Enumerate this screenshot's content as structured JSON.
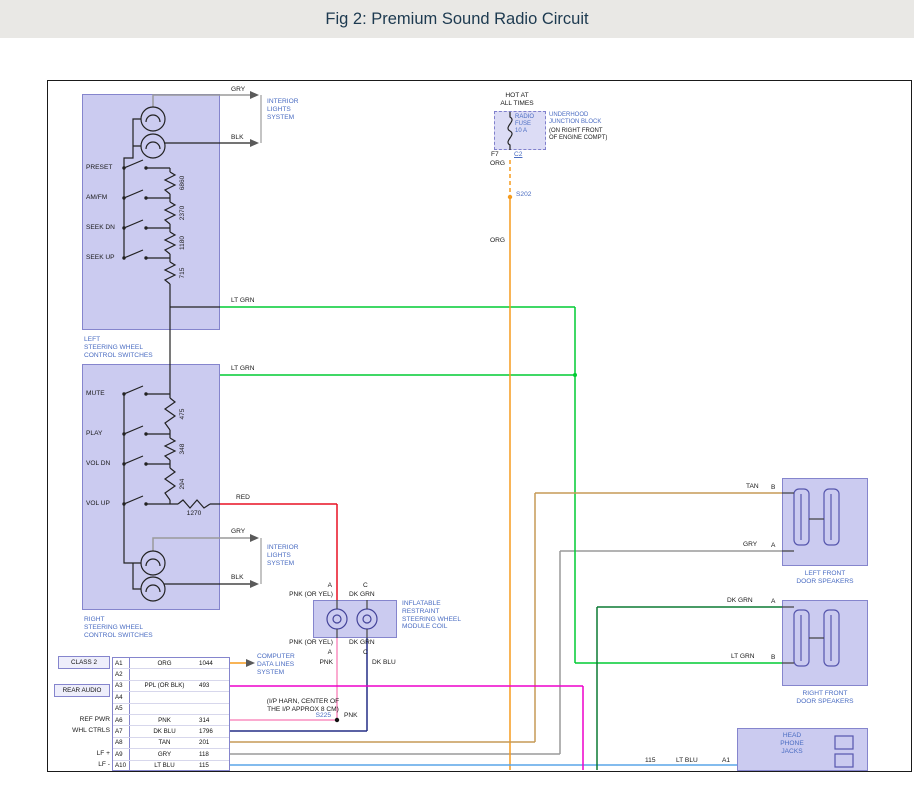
{
  "title": "Fig 2: Premium Sound Radio Circuit",
  "wires": {
    "gry": "GRY",
    "blk": "BLK",
    "lt_grn": "LT GRN",
    "red": "RED",
    "org": "ORG",
    "tan": "TAN",
    "dk_grn": "DK GRN",
    "pnk": "PNK",
    "dk_blu": "DK BLU",
    "lt_blu": "LT BLU",
    "ppl_or_blk": "PPL (OR BLK)",
    "pnk_or_yel": "PNK (OR YEL)"
  },
  "power": {
    "hot": "HOT AT\nALL TIMES",
    "fuse": "RADIO\nFUSE\n10 A",
    "block": "UNDERHOOD\nJUNCTION BLOCK",
    "block_note": "(ON RIGHT FRONT\nOF ENGINE COMPT)",
    "pin": "F7",
    "conn": "C2",
    "splice": "S202"
  },
  "left_switches": {
    "items": [
      "PRESET",
      "AM/FM",
      "SEEK DN",
      "SEEK UP"
    ],
    "resistors": [
      "6860",
      "2370",
      "1180",
      "715"
    ],
    "label": "LEFT\nSTEERING WHEEL\nCONTROL SWITCHES"
  },
  "right_switches": {
    "items": [
      "MUTE",
      "PLAY",
      "VOL DN",
      "VOL UP"
    ],
    "resistors": [
      "475",
      "348",
      "294"
    ],
    "resistor_out": "1270",
    "label": "RIGHT\nSTEERING WHEEL\nCONTROL SWITCHES"
  },
  "interior_lights": {
    "label": "INTERIOR\nLIGHTS\nSYSTEM"
  },
  "coil": {
    "label": "INFLATABLE\nRESTRAINT\nSTEERING WHEEL\nMODULE COIL",
    "pin_a": "A",
    "pin_c": "C"
  },
  "splice_note": {
    "line": "(I/P HARN, CENTER OF\nTHE I/P APPROX 8 CM)",
    "splice": "S225"
  },
  "computer": {
    "label": "COMPUTER\nDATA LINES\nSYSTEM"
  },
  "connector": {
    "rows": [
      {
        "pin": "A1",
        "color": "ORG",
        "circuit": "1044"
      },
      {
        "pin": "A2",
        "color": "",
        "circuit": ""
      },
      {
        "pin": "A3",
        "color": "PPL (OR BLK)",
        "circuit": "493"
      },
      {
        "pin": "A4",
        "color": "",
        "circuit": ""
      },
      {
        "pin": "A5",
        "color": "",
        "circuit": ""
      },
      {
        "pin": "A6",
        "color": "PNK",
        "circuit": "314"
      },
      {
        "pin": "A7",
        "color": "DK BLU",
        "circuit": "1796"
      },
      {
        "pin": "A8",
        "color": "TAN",
        "circuit": "201"
      },
      {
        "pin": "A9",
        "color": "GRY",
        "circuit": "118"
      },
      {
        "pin": "A10",
        "color": "LT BLU",
        "circuit": "115"
      }
    ],
    "labels": {
      "class2": "CLASS 2",
      "rear_audio": "REAR AUDIO",
      "ref_pwr": "REF PWR",
      "whl_ctrls": "WHL CTRLS",
      "lf_plus": "LF +",
      "lf_minus": "LF -"
    }
  },
  "speakers": {
    "lf_label": "LEFT FRONT\nDOOR SPEAKERS",
    "rf_label": "RIGHT FRONT\nDOOR SPEAKERS",
    "pin_a": "A",
    "pin_b": "B"
  },
  "headphone": {
    "label": "HEAD\nPHONE\nJACKS",
    "circuit": "115",
    "pin": "A1"
  },
  "colors": {
    "accent_blue_text": "#4a6cc2",
    "box_fill": "#cbcbf0",
    "box_border": "#8585cd",
    "lt_grn": "#00cc33",
    "red": "#e81123",
    "org": "#f59b1e",
    "tan": "#c59a57",
    "dk_grn": "#0b7a33",
    "ppl": "#ee00cc",
    "pnk": "#fa8fc0",
    "dk_blu": "#252f85",
    "lt_blu": "#5aa5e8",
    "gry": "#9a9a9a",
    "blk": "#111111"
  }
}
